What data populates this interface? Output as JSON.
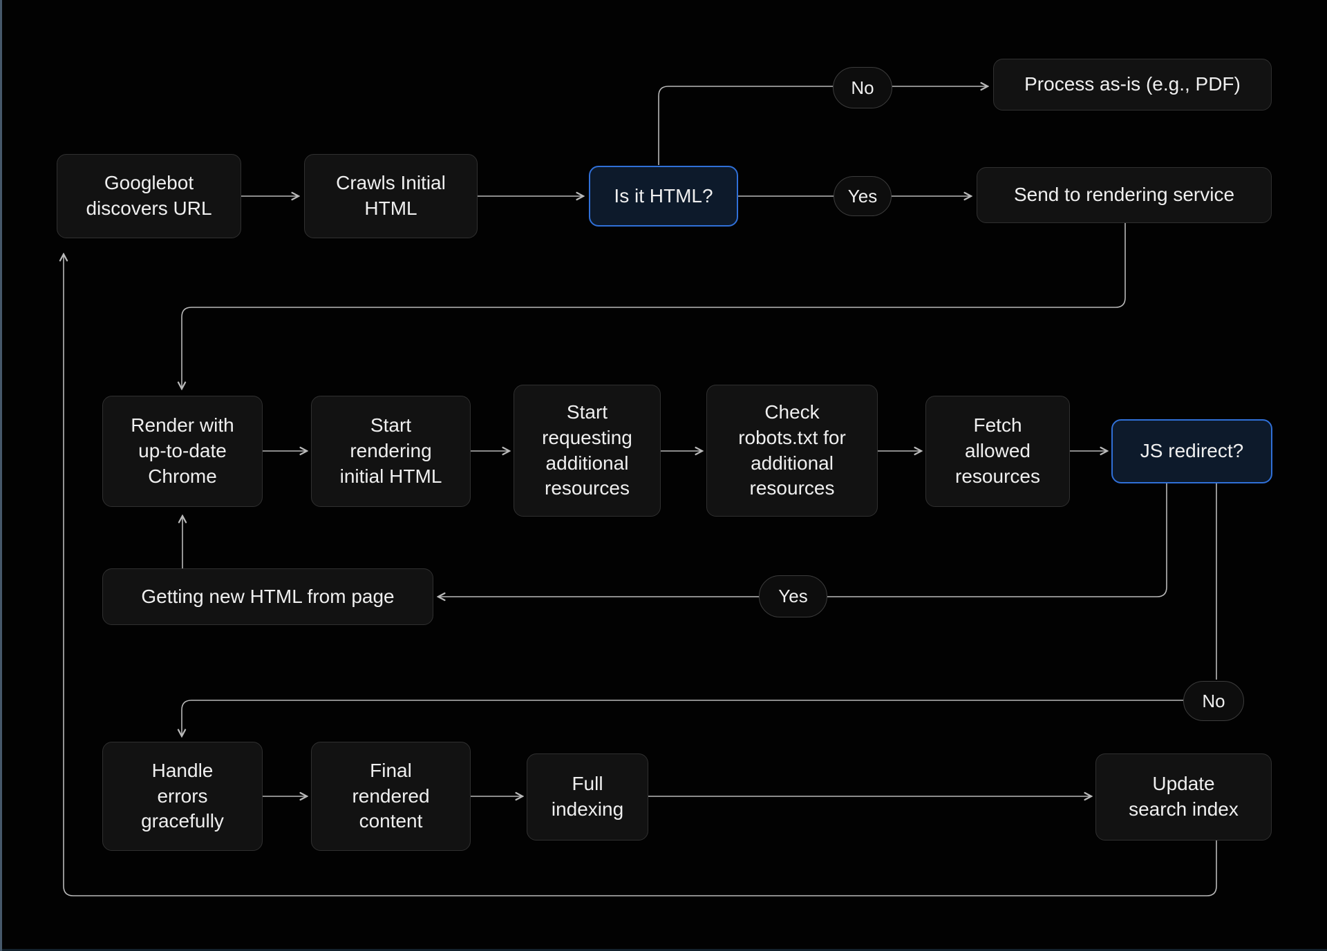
{
  "diagram": {
    "description": "Googlebot crawling and rendering flowchart"
  },
  "colors": {
    "background": "#020202",
    "node_fill": "#121212",
    "node_border": "#303030",
    "decision_fill": "#0d1a2b",
    "decision_border": "#3070d8",
    "pill_fill": "#0d0d0d",
    "pill_border": "#3c3c3c",
    "line": "#b9b9b9",
    "text": "#efefef",
    "edge_left": "#46586a",
    "edge_bottom": "#13212c"
  },
  "nodes": {
    "process_pdf": "Process as-is (e.g., PDF)",
    "googlebot": "Googlebot\ndiscovers URL",
    "crawls": "Crawls Initial\nHTML",
    "is_html": "Is it HTML?",
    "send_render": "Send to rendering service",
    "render_chrome": "Render with\nup-to-date\nChrome",
    "start_rendering": "Start\nrendering\ninitial HTML",
    "start_requesting": "Start\nrequesting\nadditional\nresources",
    "check_robots": "Check\nrobots.txt for\nadditional\nresources",
    "fetch_allowed": "Fetch\nallowed\nresources",
    "js_redirect": "JS redirect?",
    "getting_html": "Getting new HTML from page",
    "handle_errors": "Handle\nerrors\ngracefully",
    "final_content": "Final\nrendered\ncontent",
    "full_indexing": "Full\nindexing",
    "update_index": "Update\nsearch index"
  },
  "edge_labels": {
    "is_html_no": "No",
    "is_html_yes": "Yes",
    "js_redirect_yes": "Yes",
    "js_redirect_no": "No"
  }
}
